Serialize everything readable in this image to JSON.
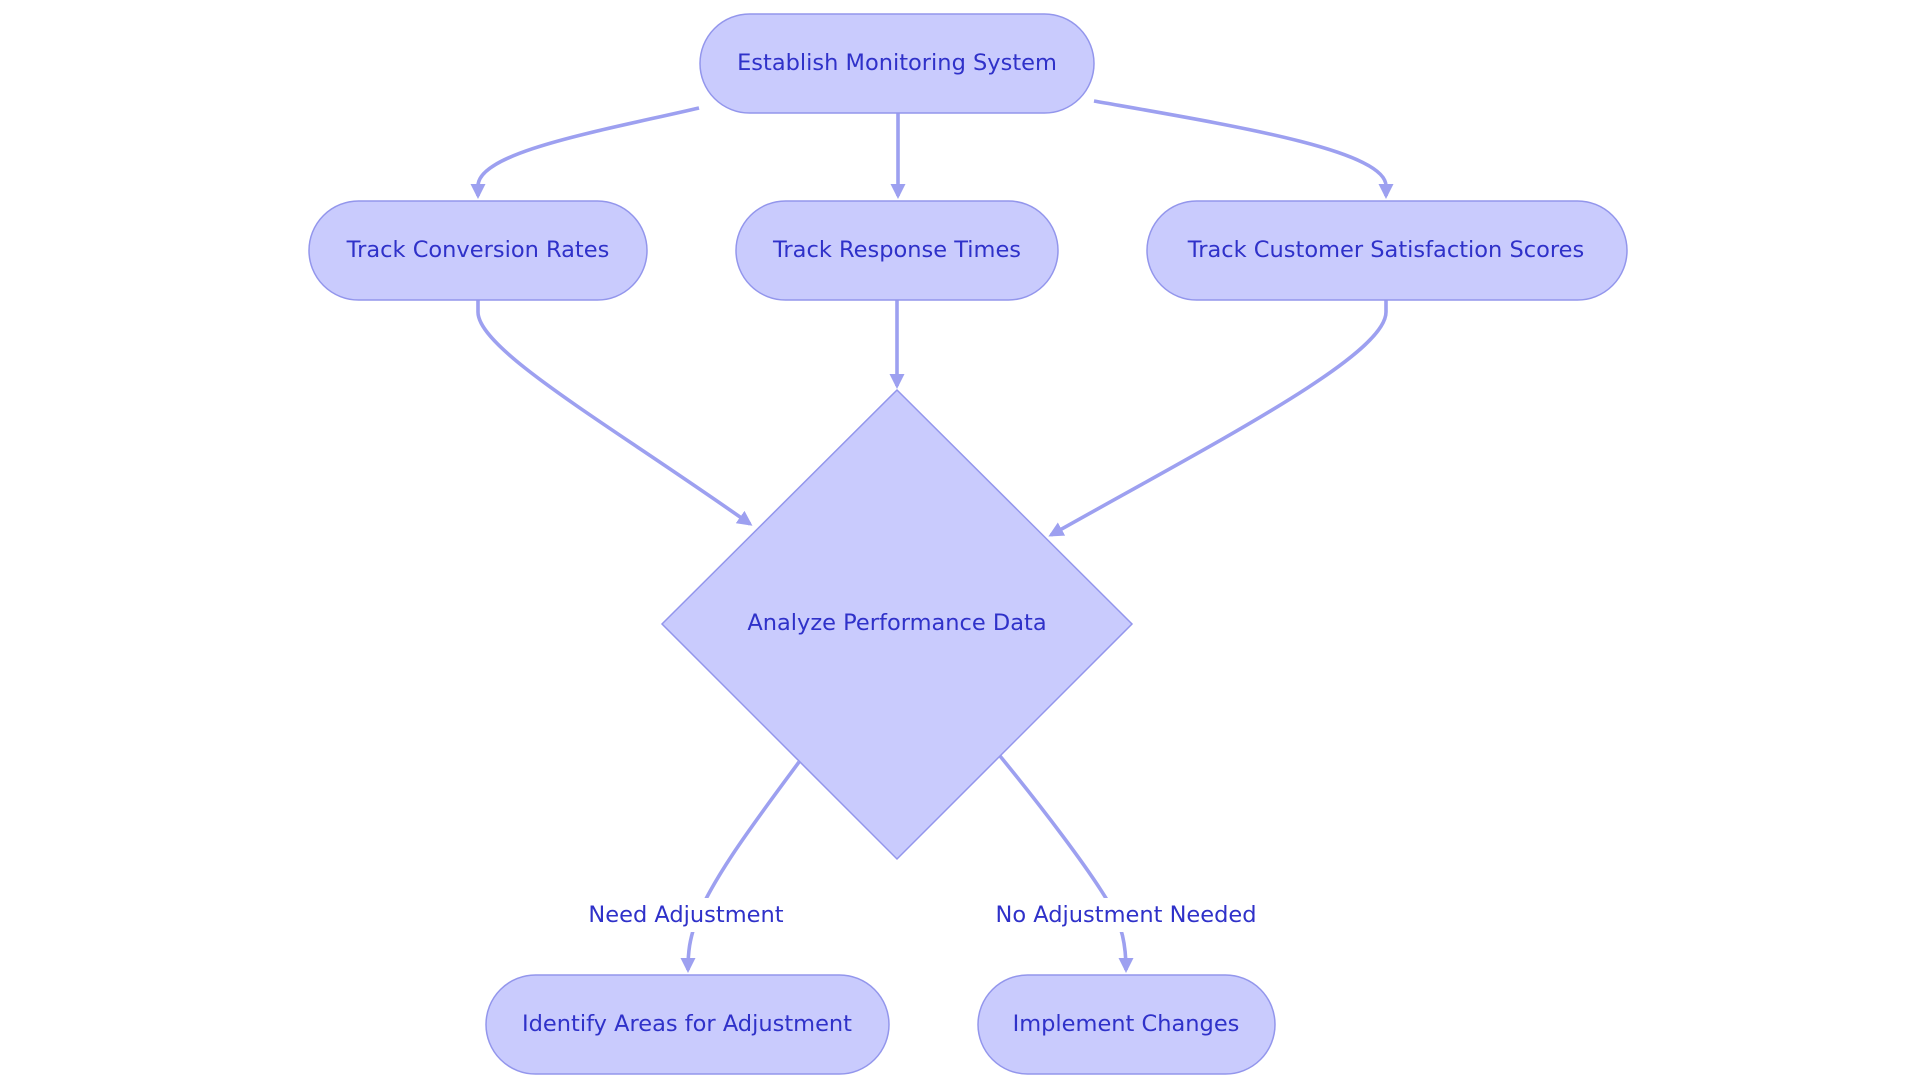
{
  "diagram": {
    "type": "flowchart",
    "colors": {
      "node_fill": "#c9cbfd",
      "node_stroke": "#9396ec",
      "edge": "#9da0f0",
      "text": "#2f31c9",
      "background": "#ffffff"
    },
    "nodes": {
      "establish": {
        "label": "Establish Monitoring System",
        "shape": "stadium"
      },
      "conversion": {
        "label": "Track Conversion Rates",
        "shape": "stadium"
      },
      "response": {
        "label": "Track Response Times",
        "shape": "stadium"
      },
      "satisfaction": {
        "label": "Track Customer Satisfaction Scores",
        "shape": "stadium"
      },
      "analyze": {
        "label": "Analyze Performance Data",
        "shape": "diamond"
      },
      "identify": {
        "label": "Identify Areas for Adjustment",
        "shape": "stadium"
      },
      "implement": {
        "label": "Implement Changes",
        "shape": "stadium"
      }
    },
    "edges": [
      {
        "from": "establish",
        "to": "conversion",
        "label": ""
      },
      {
        "from": "establish",
        "to": "response",
        "label": ""
      },
      {
        "from": "establish",
        "to": "satisfaction",
        "label": ""
      },
      {
        "from": "conversion",
        "to": "analyze",
        "label": ""
      },
      {
        "from": "response",
        "to": "analyze",
        "label": ""
      },
      {
        "from": "satisfaction",
        "to": "analyze",
        "label": ""
      },
      {
        "from": "analyze",
        "to": "identify",
        "label": "Need Adjustment"
      },
      {
        "from": "analyze",
        "to": "implement",
        "label": "No Adjustment Needed"
      }
    ]
  }
}
